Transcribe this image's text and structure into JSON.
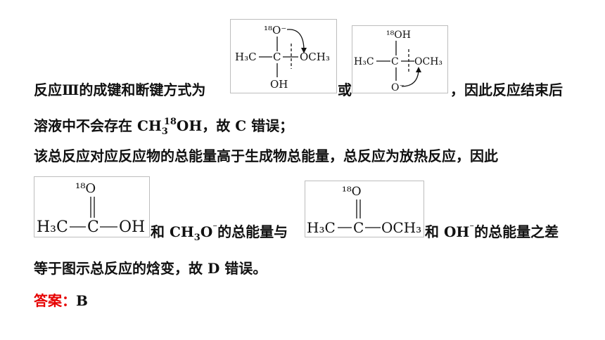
{
  "line1": {
    "pre": "反应Ⅲ的成键和断键方式为",
    "or": "或",
    "post": "，因此反应结束后"
  },
  "struct1": {
    "top": "¹⁸O⁻",
    "left": "H₃C",
    "center": "C",
    "right": "OCH₃",
    "bottom": "OH"
  },
  "struct2": {
    "top": "¹⁸OH",
    "left": "H₃C",
    "center": "C",
    "right": "OCH₃",
    "bottom": "O⁻"
  },
  "line2": {
    "pre": "溶液中不会存在 CH",
    "sub": "3",
    "sup": "18",
    "mid": "OH，故 ",
    "letter": "C",
    "post": " 错误；"
  },
  "line3": {
    "text": "该总反应对应反应物的总能量高于生成物总能量，总反应为放热反应，因此"
  },
  "struct3": {
    "top": "¹⁸O",
    "left": "H₃C",
    "center": "C",
    "right": "OH"
  },
  "struct4": {
    "top": "¹⁸O",
    "left": "H₃C",
    "center": "C",
    "right": "OCH₃"
  },
  "line4": {
    "and1": "和  CH",
    "sub1": "3",
    "o_minus": "O",
    "minus": "⁻",
    "mid": "的总能量与",
    "and2": "和  OH",
    "minus2": "⁻",
    "post": "的总能量之差"
  },
  "line5": {
    "text": "等于图示总反应的焓变，故 D 错误。"
  },
  "answer": {
    "label": "答案：",
    "value": "B"
  },
  "colors": {
    "answer": "#e60000",
    "box_border": "#bdbdbd"
  }
}
